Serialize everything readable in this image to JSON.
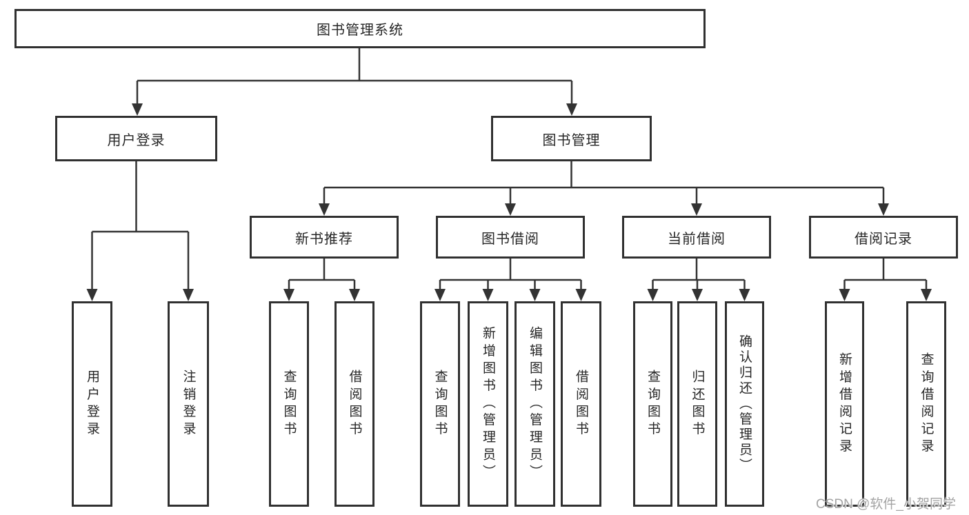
{
  "colors": {
    "background": "#ffffff",
    "line": "#333333",
    "box_border": "#303030",
    "text": "#262626",
    "watermark": "#a3a3a3"
  },
  "nodes": {
    "root": {
      "label": "图书管理系统"
    },
    "user_login": {
      "label": "用户登录"
    },
    "book_mgmt": {
      "label": "图书管理"
    },
    "new_book_rec": {
      "label": "新书推荐"
    },
    "book_borrow": {
      "label": "图书借阅"
    },
    "current_borrow": {
      "label": "当前借阅"
    },
    "borrow_records": {
      "label": "借阅记录"
    },
    "leaf_user_login": {
      "label": "用户登录"
    },
    "leaf_logout": {
      "label": "注销登录"
    },
    "leaf_query_book_rec": {
      "label": "查询图书"
    },
    "leaf_borrow_book_rec": {
      "label": "借阅图书"
    },
    "leaf_query_book_borrow": {
      "label": "查询图书"
    },
    "leaf_add_book": {
      "label": "新增图书（管理员）"
    },
    "leaf_edit_book": {
      "label": "编辑图书（管理员）"
    },
    "leaf_borrow_book": {
      "label": "借阅图书"
    },
    "leaf_query_book_current": {
      "label": "查询图书"
    },
    "leaf_return_book": {
      "label": "归还图书"
    },
    "leaf_confirm_return": {
      "label": "确认归还（管理员）"
    },
    "leaf_add_record": {
      "label": "新增借阅记录"
    },
    "leaf_query_record": {
      "label": "查询借阅记录"
    }
  },
  "hierarchy": {
    "图书管理系统": {
      "用户登录": [
        "用户登录",
        "注销登录"
      ],
      "图书管理": {
        "新书推荐": [
          "查询图书",
          "借阅图书"
        ],
        "图书借阅": [
          "查询图书",
          "新增图书（管理员）",
          "编辑图书（管理员）",
          "借阅图书"
        ],
        "当前借阅": [
          "查询图书",
          "归还图书",
          "确认归还（管理员）"
        ],
        "借阅记录": [
          "新增借阅记录",
          "查询借阅记录"
        ]
      }
    }
  },
  "watermark": {
    "text": "CSDN @软件_小贺同学"
  }
}
